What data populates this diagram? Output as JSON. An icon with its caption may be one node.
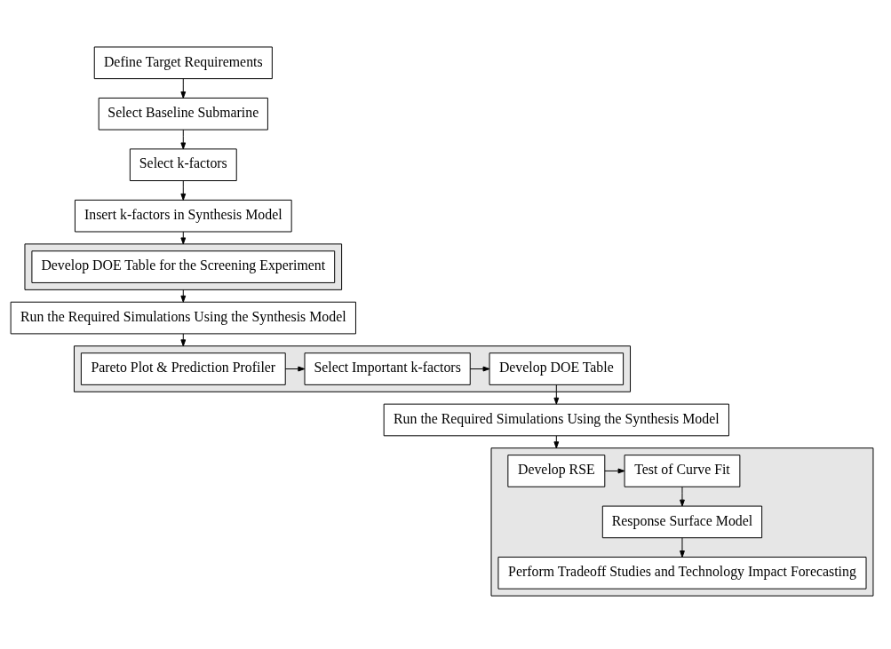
{
  "diagram": {
    "nodes": [
      {
        "text": [
          "Define Target Requirements"
        ]
      },
      {
        "text": [
          "Select Baseline Submarine"
        ]
      },
      {
        "text": [
          "Select k-factors"
        ]
      },
      {
        "text": [
          "Insert k-factors in Synthesis Model"
        ]
      },
      {
        "text": [],
        "shape": "box"
      },
      {
        "text": [
          "Develop DOE Table for the Screening Experiment"
        ],
        "in": 4
      },
      {
        "text": [
          "Run the Required Simulations Using the Synthesis Model"
        ]
      },
      {
        "text": [],
        "shape": "box"
      },
      {
        "text": [
          "Pareto Plot & Prediction Profiler"
        ],
        "in": 7
      },
      {
        "text": [
          "Select Important k-factors"
        ],
        "in": 7
      },
      {
        "text": [
          "Develop DOE Table"
        ],
        "in": 7
      },
      {
        "text": [
          "Run the Required Simulations Using the Synthesis Model"
        ]
      },
      {
        "text": [],
        "shape": "box"
      },
      {
        "text": [
          "Develop RSE"
        ],
        "in": 12
      },
      {
        "text": [
          "Test of Curve Fit"
        ],
        "in": 12
      },
      {
        "text": [
          "Response Surface Model"
        ],
        "in": 12
      },
      {
        "text": [
          "Perform Tradeoff Studies and Technology Impact Forecasting"
        ],
        "in": 12
      }
    ],
    "edges": [
      {
        "from": 0,
        "to": 1,
        "arrow": "to"
      },
      {
        "from": 1,
        "to": 2,
        "arrow": "to"
      },
      {
        "from": 2,
        "to": 3,
        "arrow": "to"
      },
      {
        "from": 3,
        "to": 4,
        "arrow": "to"
      },
      {
        "from": 4,
        "to": 6,
        "arrow": "to"
      },
      {
        "from": 6,
        "to": 7,
        "arrow": "to"
      },
      {
        "from": 8,
        "to": 9,
        "arrow": "to"
      },
      {
        "from": 9,
        "to": 10,
        "arrow": "to"
      },
      {
        "from": 10,
        "to": 11,
        "arrow": "to"
      },
      {
        "from": 11,
        "to": 12,
        "arrow": "to"
      },
      {
        "from": 13,
        "to": 14,
        "arrow": "to"
      },
      {
        "from": 14,
        "to": 15,
        "arrow": "to"
      },
      {
        "from": 15,
        "to": 16,
        "arrow": "to"
      }
    ]
  }
}
